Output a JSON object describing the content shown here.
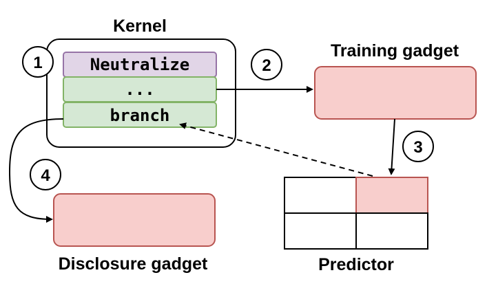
{
  "kernel": {
    "title": "Kernel",
    "rows": [
      "Neutralize",
      "...",
      "branch"
    ]
  },
  "training_gadget": {
    "label": "Training gadget"
  },
  "disclosure_gadget": {
    "label": "Disclosure gadget"
  },
  "predictor": {
    "label": "Predictor"
  },
  "steps": [
    "1",
    "2",
    "3",
    "4"
  ],
  "colors": {
    "neutralize_fill": "#e1d5e7",
    "neutralize_stroke": "#9673a6",
    "code_fill": "#d5e8d4",
    "code_stroke": "#82b366",
    "gadget_fill": "#f8cecc",
    "gadget_stroke": "#b85450"
  }
}
